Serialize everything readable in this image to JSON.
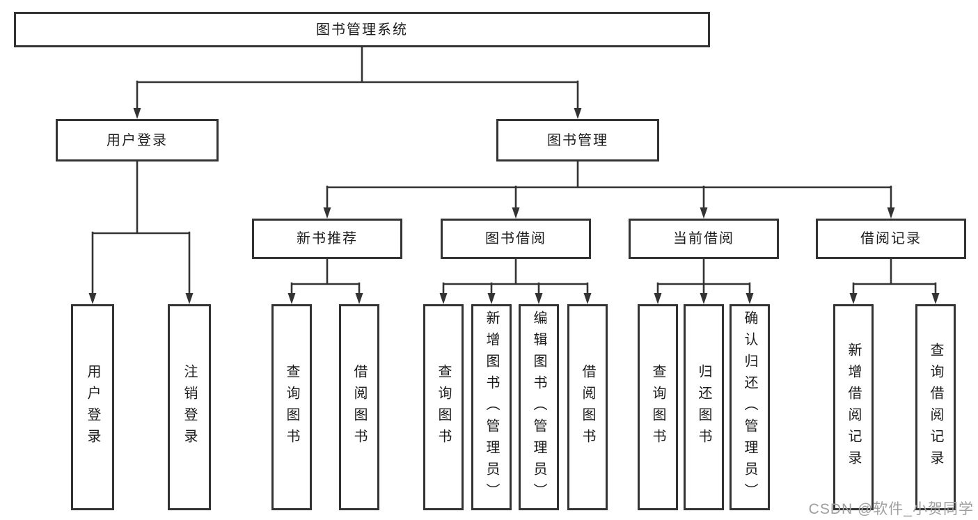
{
  "colors": {
    "line": "#333333",
    "box_border": "#333333",
    "text": "#1c1c1c",
    "background": "#ffffff",
    "watermark": "#a0a0a0"
  },
  "tree": {
    "label": "图书管理系统",
    "children": [
      {
        "label": "用户登录",
        "children": [
          {
            "label": "用户登录"
          },
          {
            "label": "注销登录"
          }
        ]
      },
      {
        "label": "图书管理",
        "children": [
          {
            "label": "新书推荐",
            "children": [
              {
                "label": "查询图书"
              },
              {
                "label": "借阅图书"
              }
            ]
          },
          {
            "label": "图书借阅",
            "children": [
              {
                "label": "查询图书"
              },
              {
                "label": "新增图书（管理员）"
              },
              {
                "label": "编辑图书（管理员）"
              },
              {
                "label": "借阅图书"
              }
            ]
          },
          {
            "label": "当前借阅",
            "children": [
              {
                "label": "查询图书"
              },
              {
                "label": "归还图书"
              },
              {
                "label": "确认归还（管理员）"
              }
            ]
          },
          {
            "label": "借阅记录",
            "children": [
              {
                "label": "新增借阅记录"
              },
              {
                "label": "查询借阅记录"
              }
            ]
          }
        ]
      }
    ]
  },
  "watermark": "CSDN @软件_小贺同学"
}
